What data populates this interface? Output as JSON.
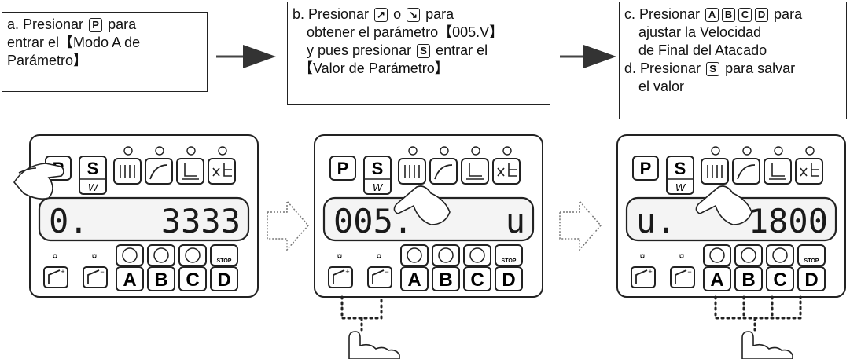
{
  "steps": [
    {
      "id": "a",
      "lines": [
        "a. Presionar [P] para",
        "entrar el【Modo A de",
        "Parámetro】"
      ]
    },
    {
      "id": "b",
      "lines": [
        "b. Presionar [▲] o [▼] para",
        "obtener el parámetro【005.V】",
        "y pues presionar [S] entrar el",
        "【Valor de Parámetro】"
      ]
    },
    {
      "id": "c",
      "lines": [
        "c. Presionar [A][B][C][D] para",
        "ajustar la Velocidad",
        "de Final del Atacado",
        "d. Presionar [S] para salvar",
        "el valor"
      ]
    }
  ],
  "panels": [
    {
      "id": "panel-1",
      "display_left": "0.",
      "display_right": "3333",
      "keys": {
        "p": "P",
        "s": "S",
        "w": "W",
        "a": "A",
        "b": "B",
        "c": "C",
        "d": "D",
        "stop": "STOP"
      }
    },
    {
      "id": "panel-2",
      "display_left": "005.",
      "display_right": "u",
      "keys": {
        "p": "P",
        "s": "S",
        "w": "W",
        "a": "A",
        "b": "B",
        "c": "C",
        "d": "D",
        "stop": "STOP"
      }
    },
    {
      "id": "panel-3",
      "display_left": "u.",
      "display_right": "1800",
      "keys": {
        "p": "P",
        "s": "S",
        "w": "W",
        "a": "A",
        "b": "B",
        "c": "C",
        "d": "D",
        "stop": "STOP"
      }
    }
  ],
  "colors": {
    "line": "#222222",
    "panel_bg": "#ffffff",
    "display_bg": "#f4f4f4"
  },
  "icons": [
    "hand-pointer-icon",
    "right-arrow-icon",
    "hollow-right-arrow-icon",
    "plus-key-icon",
    "minus-key-icon",
    "speed-curve-icon",
    "stitch-icon",
    "thread-cut-icon",
    "stop-icon"
  ]
}
